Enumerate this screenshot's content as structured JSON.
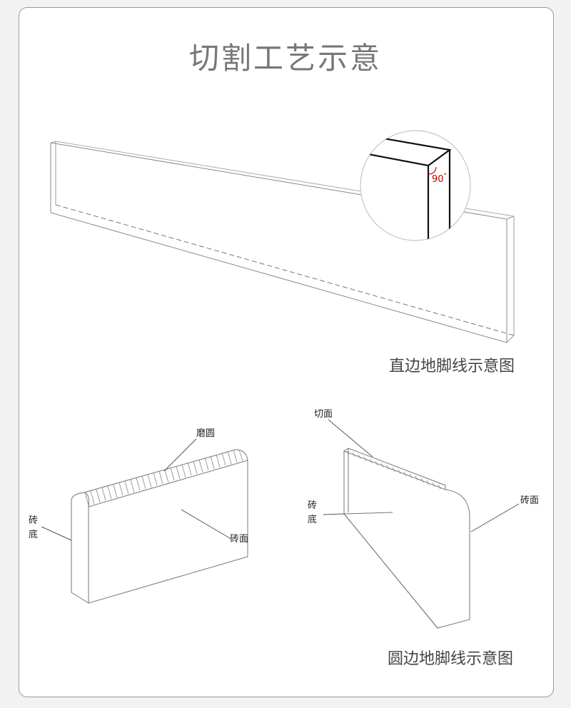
{
  "page_title": "切割工艺示意",
  "straight": {
    "caption": "直边地脚线示意图",
    "angle_label": "90",
    "angle_unit": "°"
  },
  "round": {
    "caption": "圆边地脚线示意图",
    "left_labels": {
      "polish": "磨圆",
      "base_1": "砖",
      "base_2": "底",
      "face": "砖面"
    },
    "right_labels": {
      "cut": "切面",
      "base_1": "砖",
      "base_2": "底",
      "face": "砖面"
    }
  },
  "colors": {
    "line": "#666666",
    "angle": "#c00000",
    "title": "#777777",
    "caption": "#444444"
  }
}
